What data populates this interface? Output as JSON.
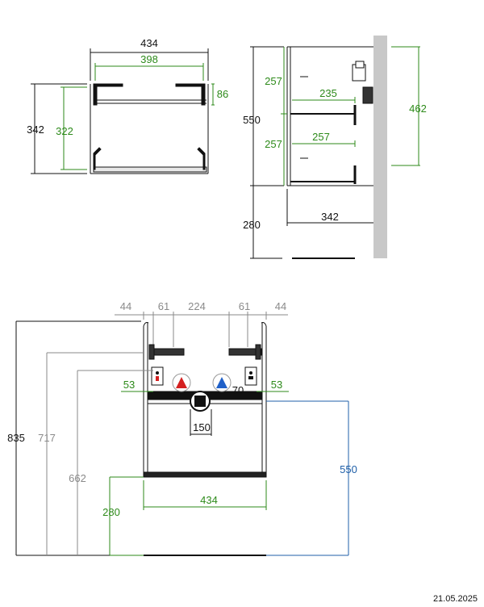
{
  "colors": {
    "black_dim": "#111111",
    "green_dim": "#2d8a1a",
    "gray_dim": "#8a8a8a",
    "blue_dim": "#1f5fa8",
    "wall": "#c8c8c8",
    "hot_marker": "#d42020",
    "cold_marker": "#2060c8"
  },
  "top_view": {
    "width_outer": "434",
    "width_inner": "398",
    "depth_outer": "342",
    "depth_inner": "322",
    "bracket": "86"
  },
  "side_view": {
    "height": "550",
    "drawer_height_top": "257",
    "drawer_height_bottom": "257",
    "drawer_depth_top": "235",
    "drawer_depth_bottom": "257",
    "mount_span": "462",
    "depth": "342",
    "floor_clearance": "280"
  },
  "front_view": {
    "top_left_44": "44",
    "top_left_61": "61",
    "top_center_224": "224",
    "top_right_61": "61",
    "top_right_44": "44",
    "height_835": "835",
    "height_717": "717",
    "height_662": "662",
    "height_280": "280",
    "height_550": "550",
    "side_left_53": "53",
    "side_right_53": "53",
    "pipe_70": "70",
    "drain_150": "150",
    "width_434": "434"
  },
  "footer": {
    "date": "21.05.2025"
  }
}
